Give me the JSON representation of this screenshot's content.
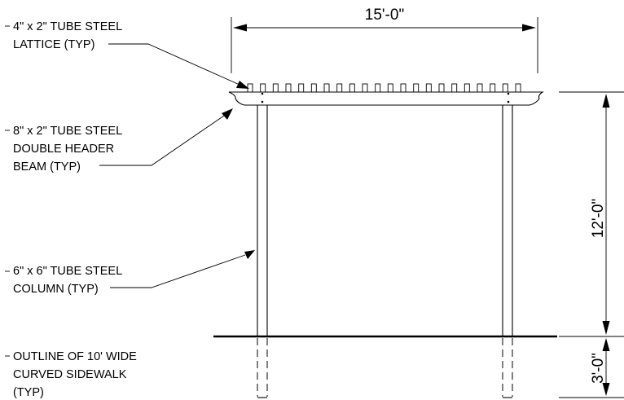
{
  "notes": {
    "lattice": [
      "4\" x 2\" TUBE STEEL",
      "LATTICE (TYP)"
    ],
    "header": [
      "8\" x 2\" TUBE STEEL",
      "DOUBLE HEADER",
      "BEAM (TYP)"
    ],
    "column": [
      "6\" x 6\" TUBE STEEL",
      "COLUMN (TYP)"
    ],
    "sidewalk": [
      "OUTLINE OF 10' WIDE",
      "CURVED SIDEWALK",
      "(TYP)"
    ]
  },
  "dimensions": {
    "width": "15'-0\"",
    "height": "12'-0\"",
    "footing": "3'-0\""
  },
  "lattice_count": 22
}
